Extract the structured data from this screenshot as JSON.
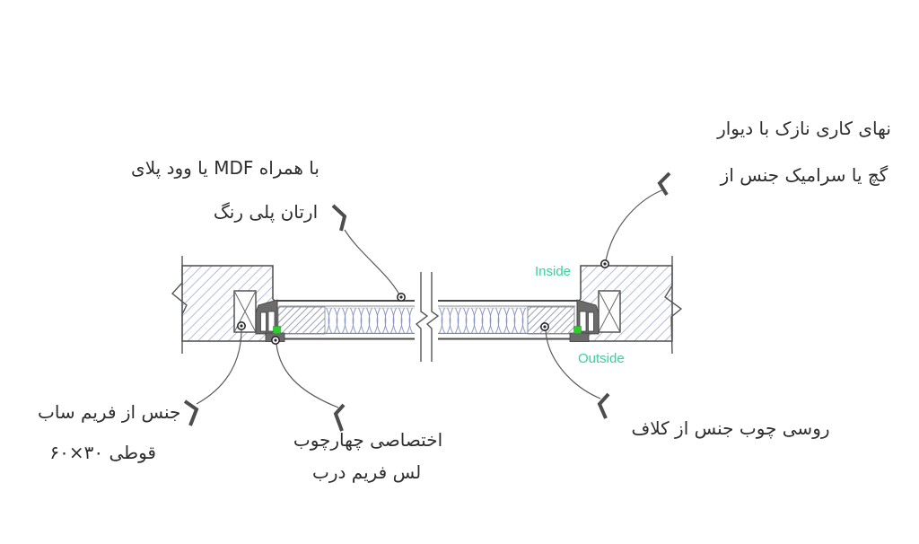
{
  "page": {
    "background": "#ffffff",
    "description_type": "door-wall-section-detail-drawing"
  },
  "colors": {
    "annotation_green": "#35d29e",
    "gasket_green": "#2ecc2e",
    "wall_hatch": "#b4bbdb",
    "panel_hatch": "#99a0b4",
    "insulation_blue": "#8d95c6",
    "line_dark": "#4a4a4a",
    "profile_grey": "#6b6b6b",
    "text_dark": "#2e2e2e"
  },
  "labels": {
    "plywood": {
      "line1": "پلای وود یا MDF همراه با",
      "line2": "رنگ پلی ارتان"
    },
    "wall_finish": {
      "line1": "دیوار با نازک کاری نهای",
      "line2": "از جنس سرامیک یا گچ"
    },
    "subframe": {
      "line1": "ساب فریم از جنس",
      "line2": "قوطی ۳۰×۶۰"
    },
    "door_frame": {
      "line1": "چهارچوب اختصاصی",
      "line2": "درب فریم لس"
    },
    "wood_frame": {
      "line1": "کلاف از جنس چوب روسی"
    },
    "inside": "Inside",
    "outside": "Outside"
  },
  "icons": {
    "leader_arrowhead": "bent-flag-arrow",
    "reference_dot": "circle-dot",
    "wall_break": "zigzag-break-line",
    "panel_break": "double-zigzag-break"
  }
}
